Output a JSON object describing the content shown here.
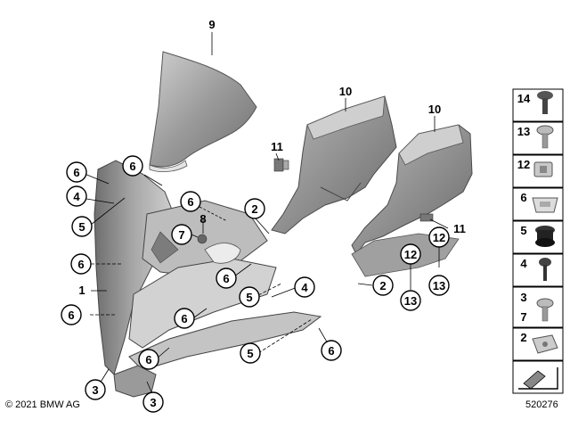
{
  "copyright": "© 2021 BMW AG",
  "diagram_id": "520276",
  "callouts": {
    "c9": "9",
    "c10a": "10",
    "c10b": "10",
    "c11a": "11",
    "c11b": "11",
    "c6a": "6",
    "c6b": "6",
    "c6c": "6",
    "c6d": "6",
    "c6e": "6",
    "c6f": "6",
    "c6g": "6",
    "c6h": "6",
    "c6i": "6",
    "c4a": "4",
    "c4b": "4",
    "c5a": "5",
    "c5b": "5",
    "c5c": "5",
    "c8": "8",
    "c7": "7",
    "c2a": "2",
    "c2b": "2",
    "c1": "1",
    "c3a": "3",
    "c3b": "3",
    "c12a": "12",
    "c12b": "12",
    "c13a": "13",
    "c13b": "13"
  },
  "legend": [
    {
      "label": "14",
      "icon": "expanding-rivet-icon"
    },
    {
      "label": "13",
      "icon": "torx-screw-icon"
    },
    {
      "label": "12",
      "icon": "clip-nut-icon"
    },
    {
      "label": "6",
      "icon": "spring-clip-icon"
    },
    {
      "label": "5",
      "icon": "rubber-grommet-icon"
    },
    {
      "label": "4",
      "icon": "rivet-pin-icon"
    },
    {
      "label": "3",
      "label2": "7",
      "icon": "flat-screw-icon"
    },
    {
      "label": "2",
      "icon": "speed-nut-icon"
    },
    {
      "label": "",
      "icon": "arrow-hint-icon"
    }
  ]
}
